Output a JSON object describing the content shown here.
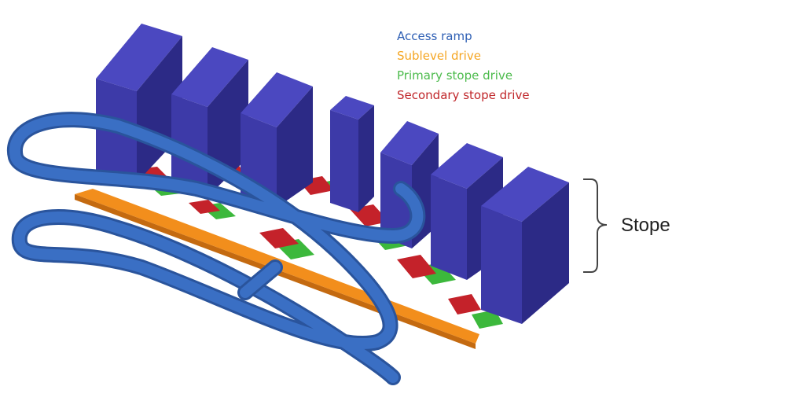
{
  "legend": [
    {
      "key": "access",
      "label": "Access ramp",
      "color": "#2e5fb4"
    },
    {
      "key": "sublevel",
      "label": "Sublevel drive",
      "color": "#f5a623"
    },
    {
      "key": "primary",
      "label": "Primary stope drive",
      "color": "#4cbb4c"
    },
    {
      "key": "secondary",
      "label": "Secondary stope drive",
      "color": "#c0262a"
    }
  ],
  "annotation": {
    "label": "Stope"
  },
  "colors": {
    "stope_front": "#3d3aa8",
    "stope_side": "#2c2a86",
    "stope_top": "#4b48c0",
    "ramp": "#3a6fc4",
    "ramp_edge": "#2a549c",
    "sublevel": "#f28e1c",
    "primary": "#3cb83c",
    "secondary": "#c4222a"
  },
  "icons": {
    "bracket": "curly-brace-right"
  }
}
